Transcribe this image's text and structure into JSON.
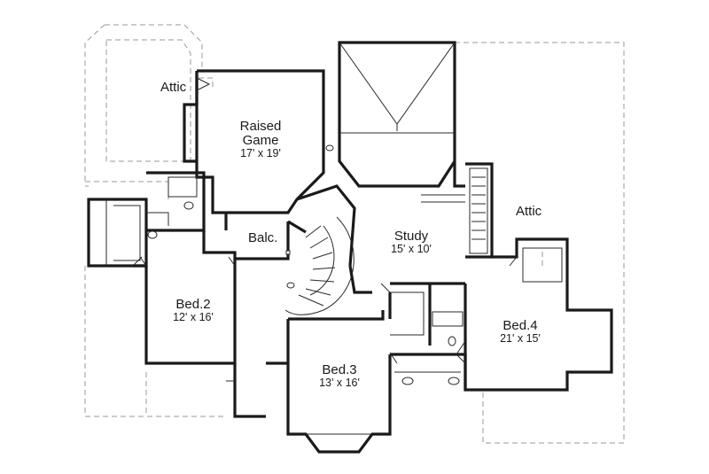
{
  "rooms": {
    "raised_game": {
      "name_line1": "Raised",
      "name_line2": "Game",
      "dims": "17' x 19'"
    },
    "study": {
      "name": "Study",
      "dims": "15' x 10'"
    },
    "bed2": {
      "name": "Bed.2",
      "dims": "12' x 16'"
    },
    "bed3": {
      "name": "Bed.3",
      "dims": "13' x 16'"
    },
    "bed4": {
      "name": "Bed.4",
      "dims": "21' x 15'"
    },
    "balc": {
      "name": "Balc."
    },
    "attic_left": {
      "name": "Attic"
    },
    "attic_right": {
      "name": "Attic"
    }
  }
}
